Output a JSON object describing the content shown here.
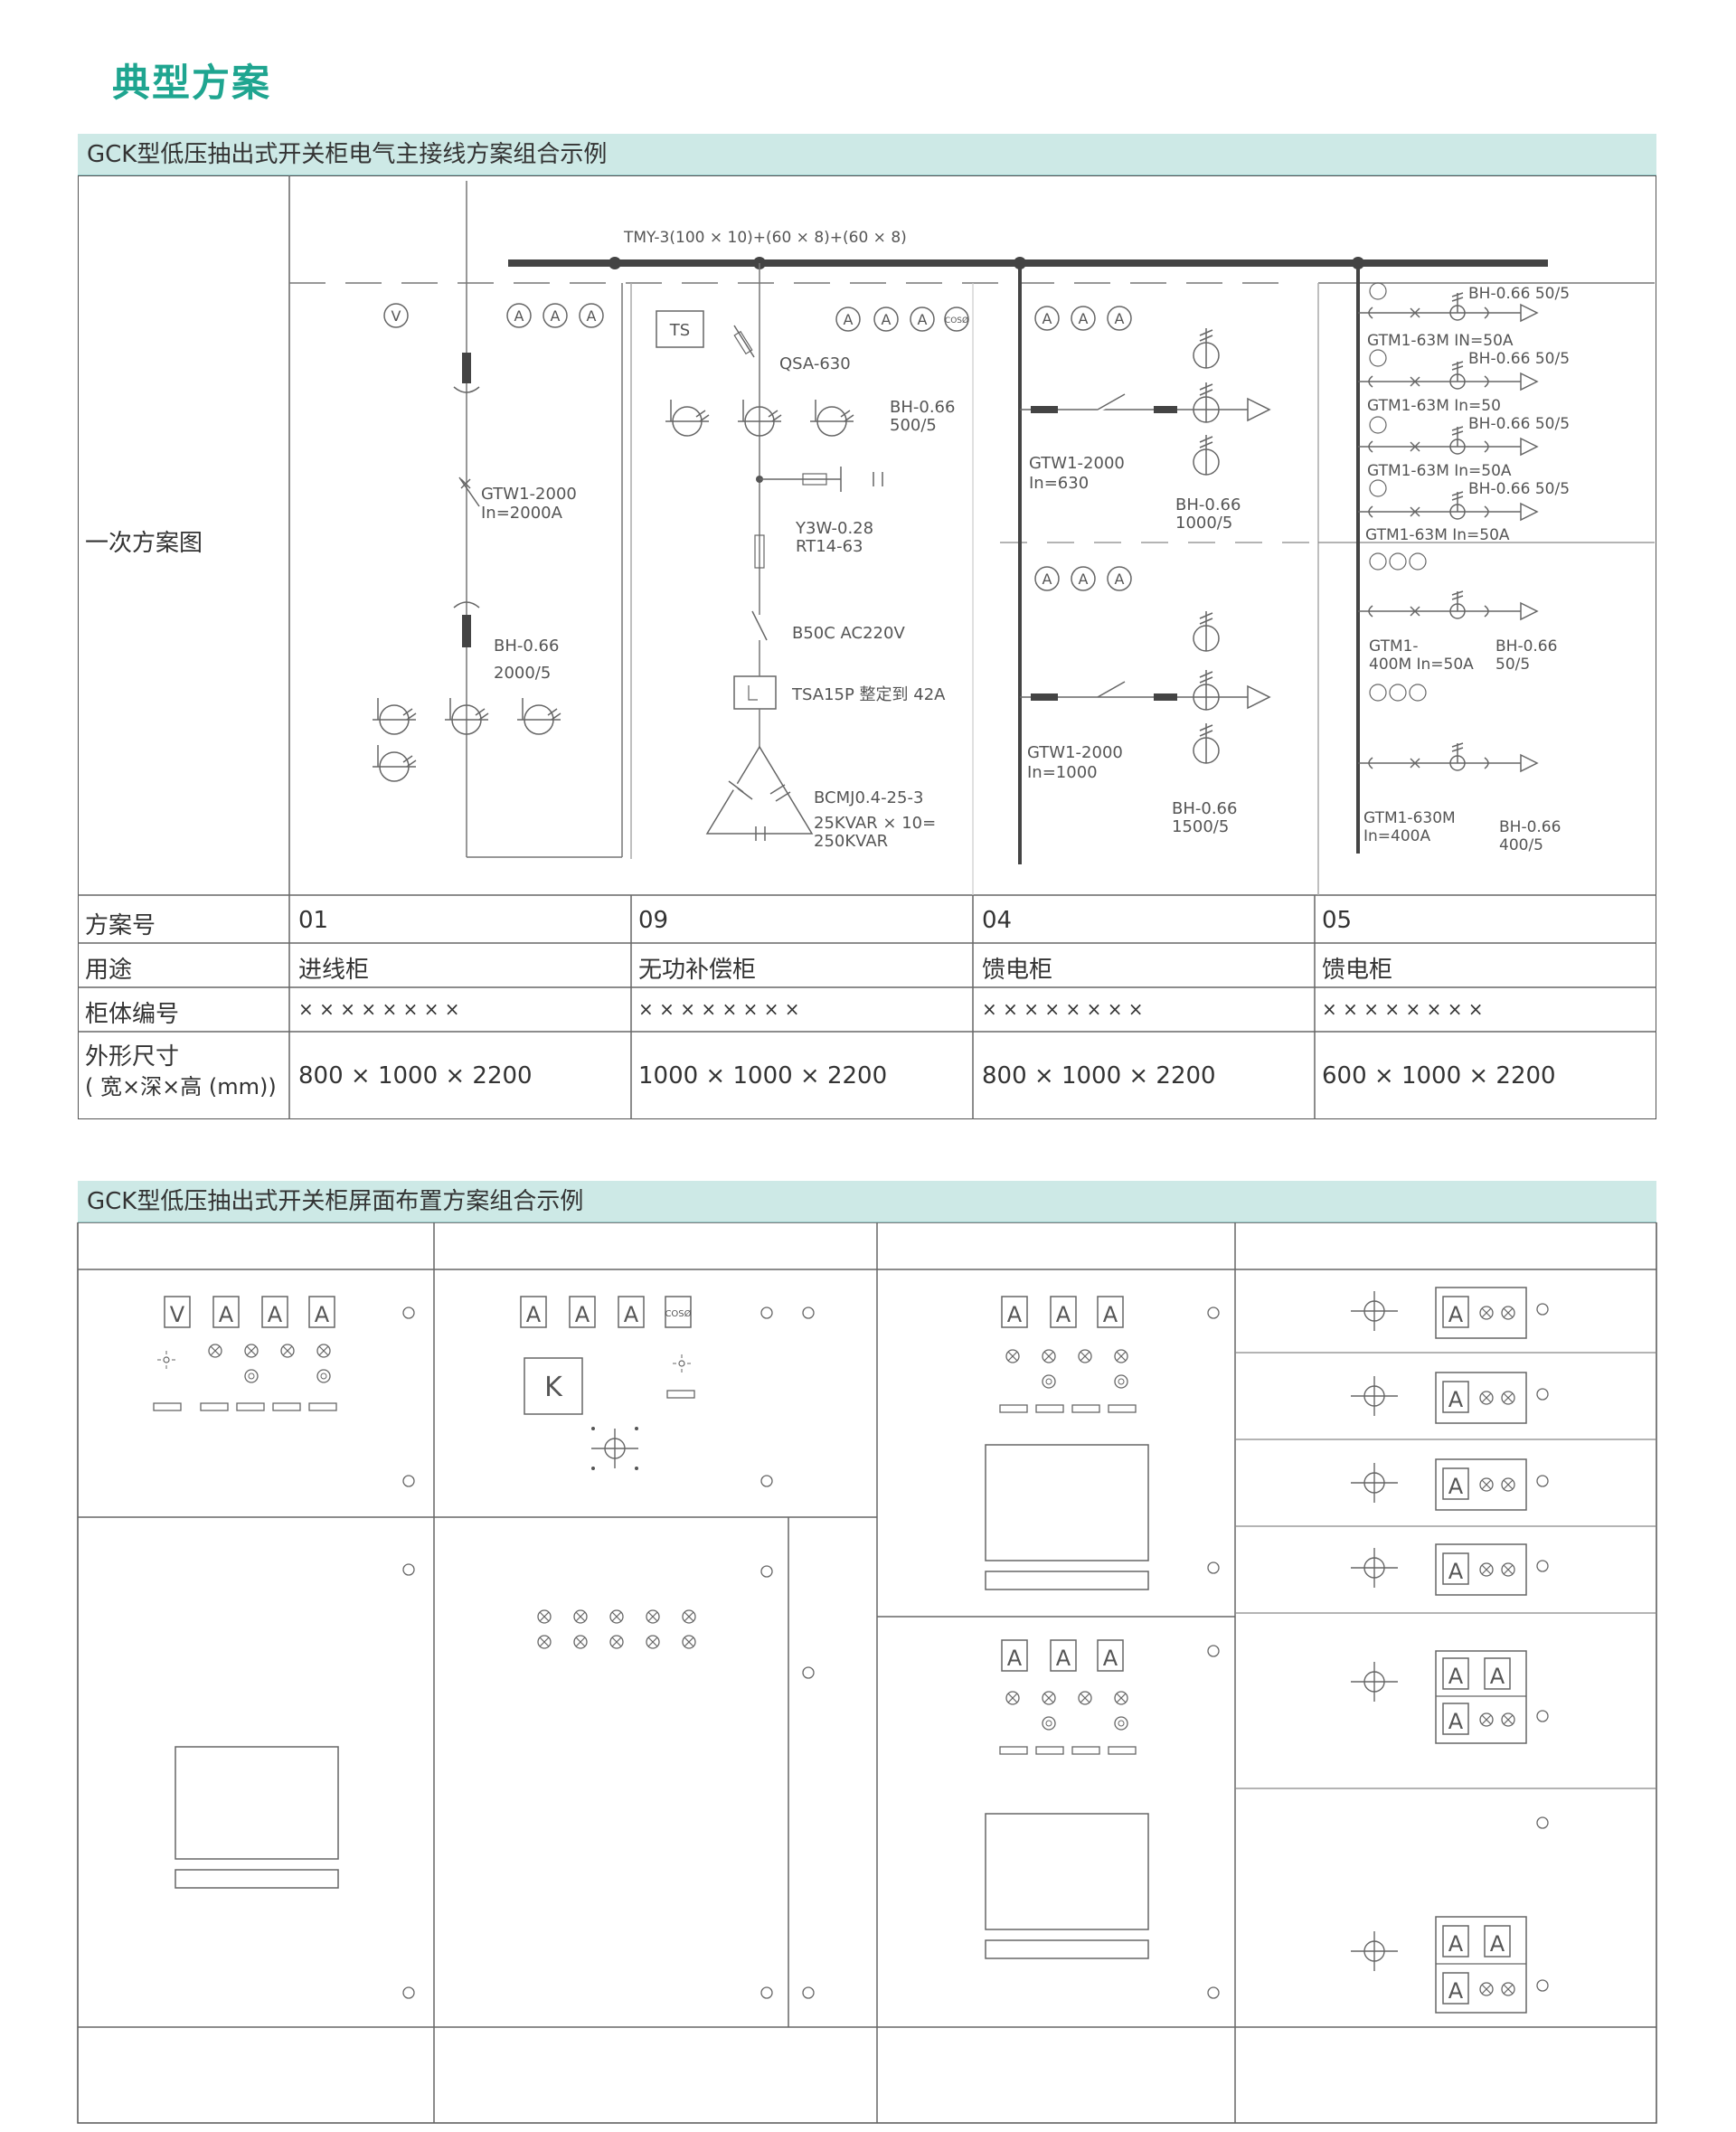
{
  "page_title": "典型方案",
  "section1": {
    "title": "GCK型低压抽出式开关柜电气主接线方案组合示例",
    "row_label_diagram": "一次方案图",
    "busbar_label": "TMY-3(100 × 10)+(60 × 8)+(60 × 8)",
    "row_labels": {
      "scheme_no": "方案号",
      "usage": "用途",
      "cabinet_no": "柜体编号",
      "dimensions_line1": "外形尺寸",
      "dimensions_line2": "( 宽×深×高 (mm))"
    },
    "columns": [
      {
        "scheme_no": "01",
        "usage": "进线柜",
        "cabinet_no": "× × × × × × × ×",
        "dimensions": "800 × 1000 × 2200"
      },
      {
        "scheme_no": "09",
        "usage": "无功补偿柜",
        "cabinet_no": "× × × × × × × ×",
        "dimensions": "1000 × 1000 × 2200"
      },
      {
        "scheme_no": "04",
        "usage": "馈电柜",
        "cabinet_no": "× × × × × × × ×",
        "dimensions": "800 × 1000 × 2200"
      },
      {
        "scheme_no": "05",
        "usage": "馈电柜",
        "cabinet_no": "× × × × × × × ×",
        "dimensions": "600 × 1000 × 2200"
      }
    ],
    "col1": {
      "switch": "GTW1-2000",
      "switch_in": "In=2000A",
      "ct": "BH-0.66",
      "ct_ratio": "2000/5"
    },
    "col2": {
      "ts": "TS",
      "qsa": "QSA-630",
      "ct": "BH-0.66",
      "ct_ratio": "500/5",
      "y3w": "Y3W-0.28",
      "rt": "RT14-63",
      "b50c": "B50C AC220V",
      "tsa": "TSA15P 整定到 42A",
      "bcmj": "BCMJ0.4-25-3",
      "kvar1": "25KVAR × 10=",
      "kvar2": "250KVAR"
    },
    "col3": {
      "sw1": "GTW1-2000",
      "sw1_in": "In=630",
      "ct1": "BH-0.66",
      "ct1_ratio": "1000/5",
      "sw2": "GTW1-2000",
      "sw2_in": "In=1000",
      "ct2": "BH-0.66",
      "ct2_ratio": "1500/5"
    },
    "col4": {
      "ct_small": "BH-0.66 50/5",
      "f1": "GTM1-63M IN=50A",
      "f2": "GTM1-63M In=50",
      "f3": "GTM1-63M In=50A",
      "f4": "GTM1-63M In=50A",
      "f5a": "GTM1-",
      "f5b": "400M  In=50A",
      "ct5": "BH-0.66",
      "ct5_ratio": "50/5",
      "f6a": "GTM1-630M",
      "f6b": "In=400A",
      "ct6": "BH-0.66",
      "ct6_ratio": "400/5"
    },
    "meter_letters": {
      "v": "V",
      "a": "A",
      "cos": "COSØ"
    }
  },
  "section2": {
    "title": "GCK型低压抽出式开关柜屏面布置方案组合示例",
    "meters": {
      "v": "V",
      "a": "A",
      "cos": "COSØ",
      "k": "K"
    }
  }
}
